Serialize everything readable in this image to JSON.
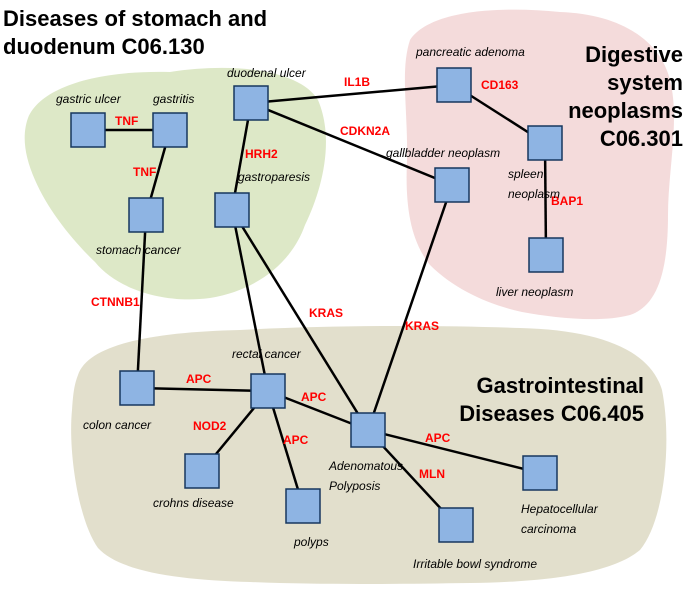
{
  "clusters": [
    {
      "id": "stomach",
      "title_lines": [
        "Diseases of stomach and",
        "duodenum C06.130"
      ],
      "color": "#d7e4bd"
    },
    {
      "id": "neoplasms",
      "title_lines": [
        "Digestive",
        "system",
        "neoplasms",
        "C06.301"
      ],
      "color": "#f2d5d5"
    },
    {
      "id": "gi",
      "title_lines": [
        "Gastrointestinal",
        "Diseases C06.405"
      ],
      "color": "#ddd9c3"
    }
  ],
  "nodes": [
    {
      "id": "gastric_ulcer",
      "label_lines": [
        "gastric ulcer"
      ]
    },
    {
      "id": "gastritis",
      "label_lines": [
        "gastritis"
      ]
    },
    {
      "id": "duodenal_ulcer",
      "label_lines": [
        "duodenal ulcer"
      ]
    },
    {
      "id": "gastroparesis",
      "label_lines": [
        "gastroparesis"
      ]
    },
    {
      "id": "stomach_cancer",
      "label_lines": [
        "stomach cancer"
      ]
    },
    {
      "id": "pancreatic_adenoma",
      "label_lines": [
        "pancreatic adenoma"
      ]
    },
    {
      "id": "gallbladder_neoplasm",
      "label_lines": [
        "gallbladder neoplasm"
      ]
    },
    {
      "id": "spleen_neoplasm",
      "label_lines": [
        "spleen",
        "neoplasm"
      ]
    },
    {
      "id": "liver_neoplasm",
      "label_lines": [
        "liver neoplasm"
      ]
    },
    {
      "id": "colon_cancer",
      "label_lines": [
        "colon cancer"
      ]
    },
    {
      "id": "rectal_cancer",
      "label_lines": [
        "rectal cancer"
      ]
    },
    {
      "id": "adenomatous_polyposis",
      "label_lines": [
        "Adenomatous",
        "Polyposis"
      ]
    },
    {
      "id": "crohns_disease",
      "label_lines": [
        "crohns disease"
      ]
    },
    {
      "id": "polyps",
      "label_lines": [
        "polyps"
      ]
    },
    {
      "id": "irritable_bowl_syndrome",
      "label_lines": [
        "Irritable bowl syndrome"
      ]
    },
    {
      "id": "hepatocellular_carcinoma",
      "label_lines": [
        "Hepatocellular",
        "carcinoma"
      ]
    }
  ],
  "edges": [
    {
      "from": "gastric_ulcer",
      "to": "gastritis",
      "label": "TNF"
    },
    {
      "from": "gastritis",
      "to": "stomach_cancer",
      "label": "TNF"
    },
    {
      "from": "duodenal_ulcer",
      "to": "gastroparesis",
      "label": "HRH2"
    },
    {
      "from": "duodenal_ulcer",
      "to": "pancreatic_adenoma",
      "label": "IL1B"
    },
    {
      "from": "duodenal_ulcer",
      "to": "gallbladder_neoplasm",
      "label": "CDKN2A"
    },
    {
      "from": "pancreatic_adenoma",
      "to": "spleen_neoplasm",
      "label": "CD163"
    },
    {
      "from": "spleen_neoplasm",
      "to": "liver_neoplasm",
      "label": "BAP1"
    },
    {
      "from": "stomach_cancer",
      "to": "colon_cancer",
      "label": "CTNNB1"
    },
    {
      "from": "gastroparesis",
      "to": "adenomatous_polyposis",
      "label": "KRAS"
    },
    {
      "from": "gastroparesis",
      "to": "rectal_cancer",
      "label": ""
    },
    {
      "from": "gallbladder_neoplasm",
      "to": "adenomatous_polyposis",
      "label": "KRAS"
    },
    {
      "from": "colon_cancer",
      "to": "rectal_cancer",
      "label": "APC"
    },
    {
      "from": "rectal_cancer",
      "to": "adenomatous_polyposis",
      "label": "APC"
    },
    {
      "from": "rectal_cancer",
      "to": "crohns_disease",
      "label": "NOD2"
    },
    {
      "from": "rectal_cancer",
      "to": "polyps",
      "label": "APC"
    },
    {
      "from": "adenomatous_polyposis",
      "to": "hepatocellular_carcinoma",
      "label": "APC"
    },
    {
      "from": "adenomatous_polyposis",
      "to": "irritable_bowl_syndrome",
      "label": "MLN"
    }
  ]
}
